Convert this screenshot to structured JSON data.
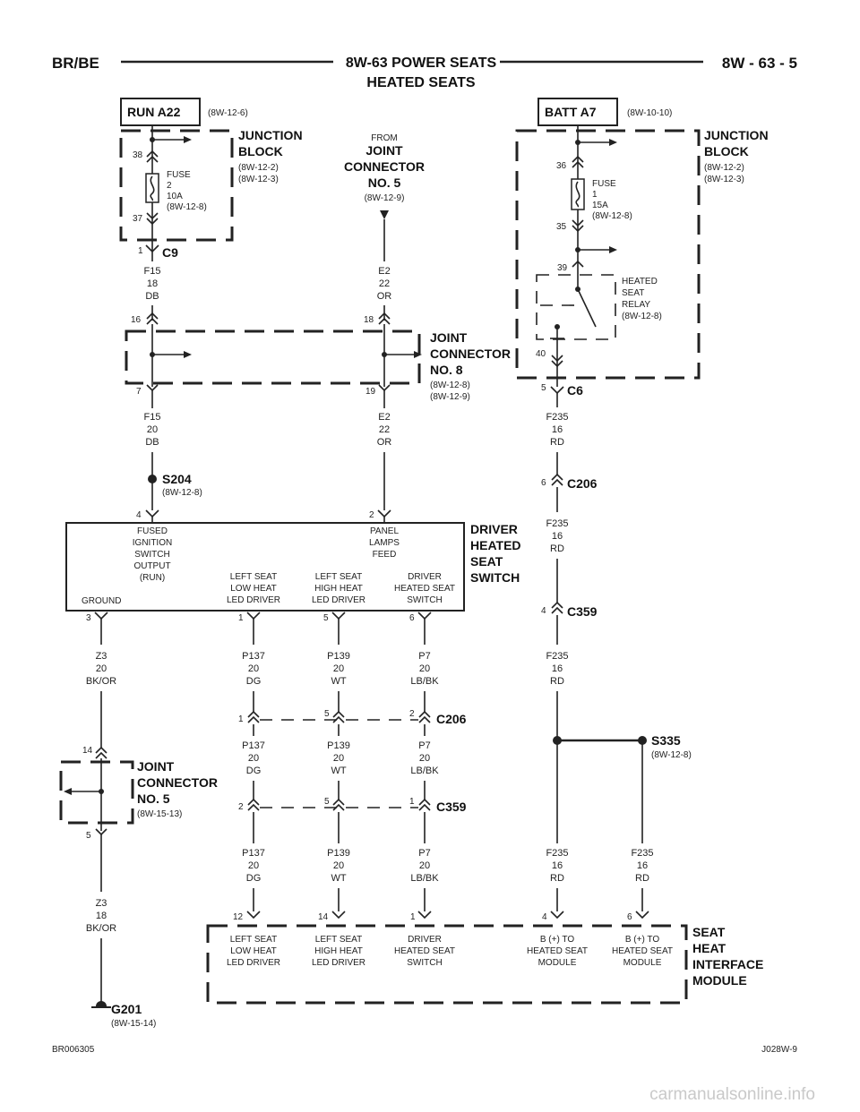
{
  "header": {
    "left": "BR/BE",
    "title_line1": "8W-63 POWER SEATS",
    "title_line2": "HEATED SEATS",
    "right": "8W - 63 - 5"
  },
  "run_box": {
    "label": "RUN A22",
    "ref": "(8W-12-6)"
  },
  "batt_box": {
    "label": "BATT A7",
    "ref": "(8W-10-10)"
  },
  "jb_left": {
    "title1": "JUNCTION",
    "title2": "BLOCK",
    "ref1": "(8W-12-2)",
    "ref2": "(8W-12-3)",
    "fuse": [
      "FUSE",
      "2",
      "10A",
      "(8W-12-8)"
    ],
    "pin_top": "38",
    "pin_bot": "37"
  },
  "jb_right": {
    "title1": "JUNCTION",
    "title2": "BLOCK",
    "ref1": "(8W-12-2)",
    "ref2": "(8W-12-3)",
    "fuse": [
      "FUSE",
      "1",
      "15A",
      "(8W-12-8)"
    ],
    "pin_top": "36",
    "pin_bot": "35",
    "pin_relay_in": "39",
    "pin_relay_out": "40",
    "relay": [
      "HEATED",
      "SEAT",
      "RELAY",
      "(8W-12-8)"
    ]
  },
  "from_jc5": {
    "line1": "FROM",
    "line2": "JOINT",
    "line3": "CONNECTOR",
    "line4": "NO. 5",
    "ref": "(8W-12-9)"
  },
  "c9": {
    "pin": "1",
    "name": "C9"
  },
  "c6": {
    "pin": "5",
    "name": "C6"
  },
  "wires": {
    "f15a": [
      "F15",
      "18",
      "DB"
    ],
    "e2a": [
      "E2",
      "22",
      "OR"
    ],
    "f15b": [
      "F15",
      "20",
      "DB"
    ],
    "e2b": [
      "E2",
      "22",
      "OR"
    ],
    "f235a": [
      "F235",
      "16",
      "RD"
    ],
    "f235b": [
      "F235",
      "16",
      "RD"
    ],
    "f235c": [
      "F235",
      "16",
      "RD"
    ],
    "f235d": [
      "F235",
      "16",
      "RD"
    ],
    "f235e": [
      "F235",
      "16",
      "RD"
    ],
    "z3a": [
      "Z3",
      "20",
      "BK/OR"
    ],
    "z3b": [
      "Z3",
      "18",
      "BK/OR"
    ],
    "p137a": [
      "P137",
      "20",
      "DG"
    ],
    "p139a": [
      "P139",
      "20",
      "WT"
    ],
    "p7a": [
      "P7",
      "20",
      "LB/BK"
    ],
    "p137b": [
      "P137",
      "20",
      "DG"
    ],
    "p139b": [
      "P139",
      "20",
      "WT"
    ],
    "p7b": [
      "P7",
      "20",
      "LB/BK"
    ],
    "p137c": [
      "P137",
      "20",
      "DG"
    ],
    "p139c": [
      "P139",
      "20",
      "WT"
    ],
    "p7c": [
      "P7",
      "20",
      "LB/BK"
    ]
  },
  "jc8": {
    "title1": "JOINT",
    "title2": "CONNECTOR",
    "title3": "NO. 8",
    "ref1": "(8W-12-8)",
    "ref2": "(8W-12-9)",
    "p16": "16",
    "p18": "18",
    "p7": "7",
    "p19": "19"
  },
  "s204": {
    "name": "S204",
    "ref": "(8W-12-8)"
  },
  "s335": {
    "name": "S335",
    "ref": "(8W-12-8)"
  },
  "c206a": {
    "pin": "6",
    "name": "C206"
  },
  "c359a": {
    "pin": "4",
    "name": "C359"
  },
  "switch": {
    "title1": "DRIVER",
    "title2": "HEATED",
    "title3": "SEAT",
    "title4": "SWITCH",
    "pin4": "4",
    "pin2": "2",
    "pin3": "3",
    "pin1": "1",
    "pin5": "5",
    "pin6": "6",
    "fused": [
      "FUSED",
      "IGNITION",
      "SWITCH",
      "OUTPUT",
      "(RUN)"
    ],
    "panel": [
      "PANEL",
      "LAMPS",
      "FEED"
    ],
    "ground": "GROUND",
    "lslh": [
      "LEFT SEAT",
      "LOW HEAT",
      "LED DRIVER"
    ],
    "lshh": [
      "LEFT SEAT",
      "HIGH HEAT",
      "LED DRIVER"
    ],
    "dhss": [
      "DRIVER",
      "HEATED SEAT",
      "SWITCH"
    ]
  },
  "c206b": {
    "p1": "1",
    "p5": "5",
    "p2": "2",
    "name": "C206"
  },
  "c359b": {
    "p2": "2",
    "p5": "5",
    "p1": "1",
    "name": "C359"
  },
  "jc5": {
    "title1": "JOINT",
    "title2": "CONNECTOR",
    "title3": "NO. 5",
    "ref": "(8W-15-13)",
    "p14": "14",
    "p5": "5"
  },
  "module": {
    "title1": "SEAT",
    "title2": "HEAT",
    "title3": "INTERFACE",
    "title4": "MODULE",
    "p12": "12",
    "p14": "14",
    "p1": "1",
    "p4": "4",
    "p6": "6",
    "lslh": [
      "LEFT SEAT",
      "LOW HEAT",
      "LED DRIVER"
    ],
    "lshh": [
      "LEFT SEAT",
      "HIGH HEAT",
      "LED DRIVER"
    ],
    "dhss": [
      "DRIVER",
      "HEATED SEAT",
      "SWITCH"
    ],
    "bplus1": [
      "B (+) TO",
      "HEATED SEAT",
      "MODULE"
    ],
    "bplus2": [
      "B (+) TO",
      "HEATED SEAT",
      "MODULE"
    ]
  },
  "g201": {
    "name": "G201",
    "ref": "(8W-15-14)"
  },
  "footer": {
    "left": "BR006305",
    "right": "J028W-9"
  },
  "watermark": "carmanualsonline.info"
}
